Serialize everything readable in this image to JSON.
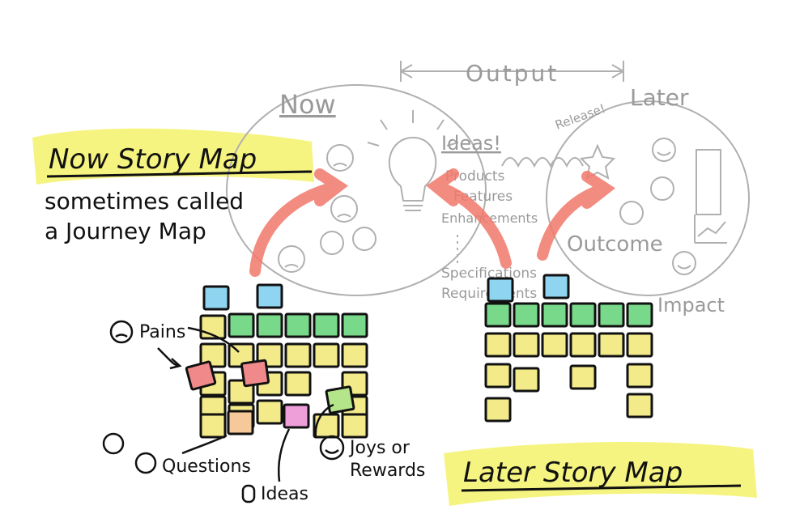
{
  "title_now": "Now Story Map",
  "subtitle_line1": "sometimes called",
  "subtitle_line2": "a Journey Map",
  "title_later": "Later Story Map",
  "diagram": {
    "output": "Output",
    "now": "Now",
    "later": "Later",
    "ideas": "Ideas!",
    "idea_items": [
      "Products",
      "Features",
      "Enhancements",
      "Specifications",
      "Requirements"
    ],
    "release": "Release!",
    "outcome": "Outcome",
    "impact": "Impact"
  },
  "legend": {
    "pains": "Pains",
    "questions": "Questions",
    "ideas": "Ideas",
    "joys_line1": "Joys or",
    "joys_line2": "Rewards"
  },
  "colors": {
    "blue": "#8fd4f0",
    "green": "#79d98a",
    "yellow": "#f3ea8a",
    "red": "#f08a8a",
    "peach": "#f6c99a",
    "pink": "#ee9fda",
    "light_green": "#b5e58a",
    "arrow": "#f2786b",
    "highlight": "#f5f26a"
  }
}
